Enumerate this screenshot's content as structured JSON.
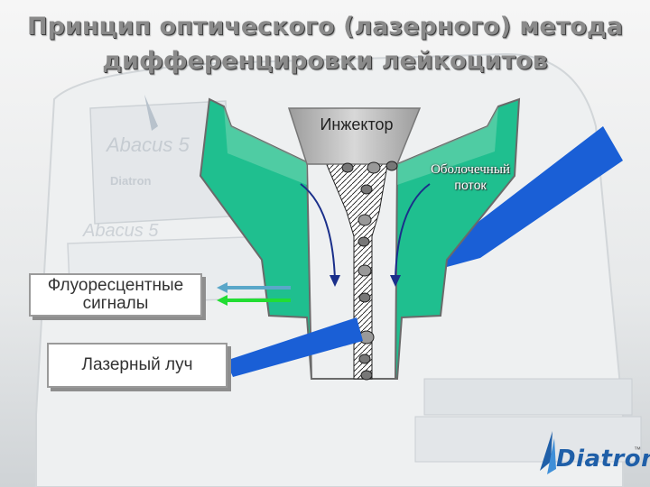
{
  "title": {
    "line1": "Принцип оптического (лазерного) метода",
    "line2": "дифференцировки лейкоцитов"
  },
  "labels": {
    "injector": "Инжектор",
    "sheath_line1": "Оболочечный",
    "sheath_line2": "поток",
    "fluorescent_line1": "Флуоресцентные",
    "fluorescent_line2": "сигналы",
    "laser_beam": "Лазерный луч"
  },
  "background_instrument": {
    "logo_1": "Abacus 5",
    "logo_2": "Diatron",
    "logo_3": "Abacus 5"
  },
  "brand_logo": {
    "text": "Diatron",
    "tm": "™"
  },
  "colors": {
    "chamber": "#1fbf8f",
    "injector": "#b8b8b8",
    "laser_beam": "#1a5fd6",
    "signal_arrow_cyan": "#5aa7c9",
    "signal_arrow_green": "#22dd33",
    "flow_arrow": "#1a2f8a",
    "title_text": "#8a8a8a",
    "brand": "#1f5fa8"
  }
}
